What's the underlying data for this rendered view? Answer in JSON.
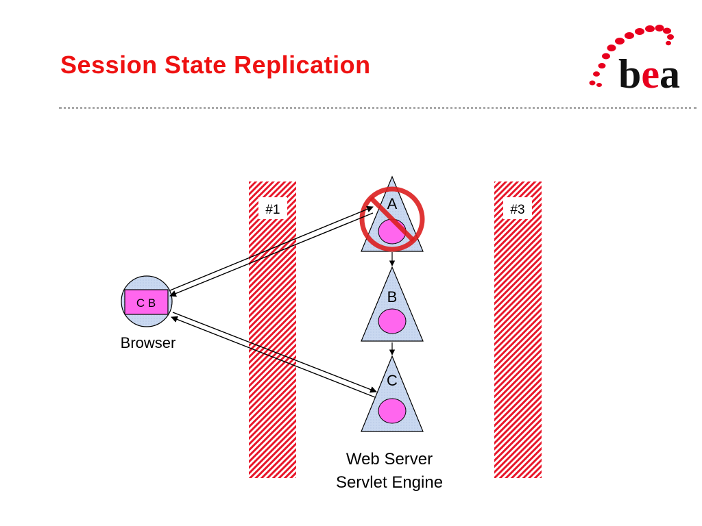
{
  "slide": {
    "title": "Session State Replication"
  },
  "logo": {
    "text": "bea",
    "colors": {
      "brand_red": "#e8001e",
      "text_black": "#111111"
    }
  },
  "diagram": {
    "firewalls": [
      {
        "label": "#1"
      },
      {
        "label": "#3"
      }
    ],
    "servers": [
      {
        "label": "A",
        "status": "failed"
      },
      {
        "label": "B",
        "status": "ok"
      },
      {
        "label": "C",
        "status": "ok"
      }
    ],
    "browser": {
      "label": "Browser",
      "cookie": "C B"
    },
    "caption": {
      "line1": "Web Server",
      "line2": "Servlet Engine"
    },
    "colors": {
      "hatch_red": "#e8172a",
      "node_fill": "#c9d8f0",
      "session_fill": "#ff66ee",
      "fail_red": "#dc1f1f"
    }
  }
}
